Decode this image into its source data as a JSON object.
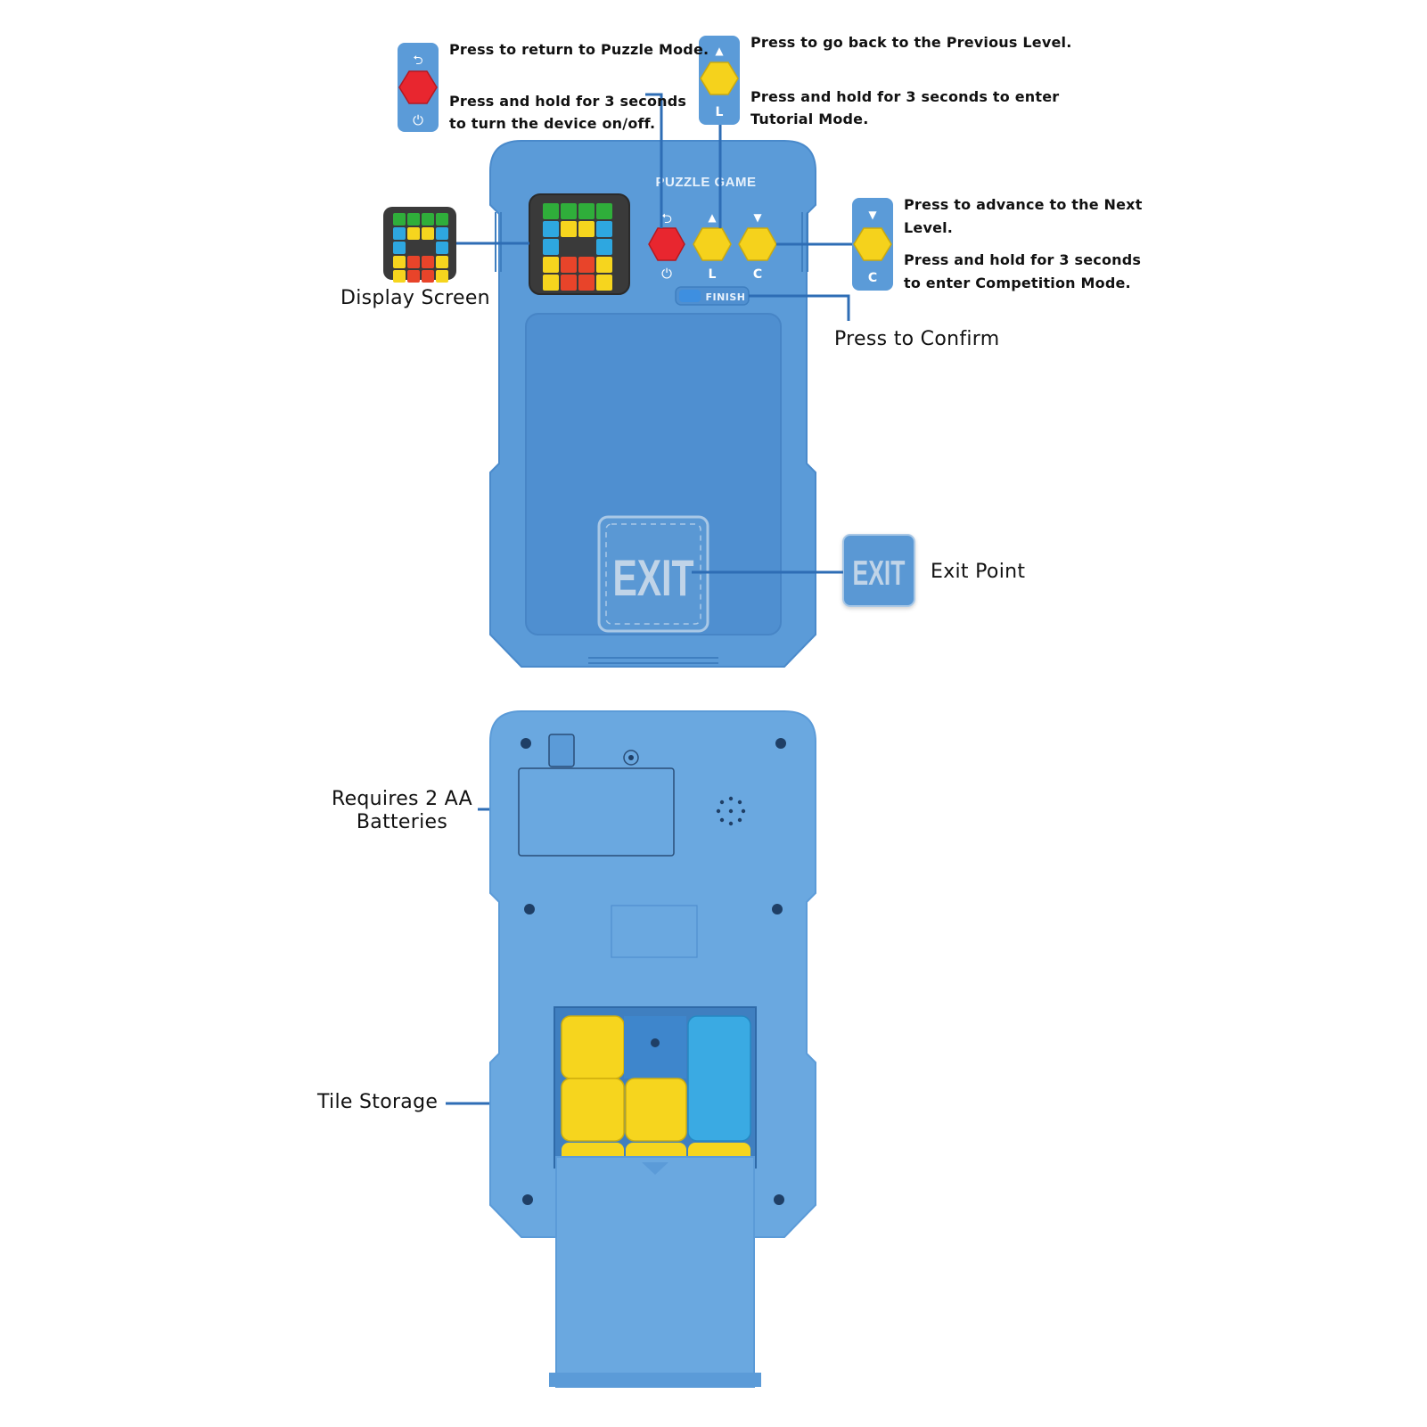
{
  "device": {
    "logo": "PUZZLE GAME",
    "finish_label": "FINISH",
    "exit_label": "EXIT",
    "back_glyph": "⮌",
    "power_glyph": "⏻",
    "up_glyph": "▲",
    "down_glyph": "▼",
    "level_key": "L",
    "competition_key": "C"
  },
  "callouts": {
    "red_button": {
      "line1": "Press to return to Puzzle Mode.",
      "line2": "Press and hold for 3 seconds",
      "line3": "to turn the device on/off."
    },
    "previous_button": {
      "line1": "Press to go back to the Previous Level.",
      "line2": "Press and hold for 3 seconds to enter",
      "line3": "Tutorial Mode."
    },
    "next_button": {
      "line1": "Press to advance to the Next",
      "line2": "Level.",
      "line3": "Press and hold for 3 seconds",
      "line4": "to enter Competition Mode."
    },
    "display_screen": "Display Screen",
    "confirm": "Press to Confirm",
    "exit_point": "Exit Point",
    "batteries_line1": "Requires 2 AA",
    "batteries_line2": "Batteries",
    "tile_storage": "Tile Storage"
  },
  "colors": {
    "body": "#5b9bd8",
    "body_light": "#6aa8e0",
    "body_dark": "#3f7fc0",
    "tray": "#4f8fd0",
    "leader": "#2e6db5",
    "red_button": "#e8262f",
    "yellow_button": "#f5d21c",
    "screen": "#3a3a3a",
    "green": "#2fae3a",
    "yellow": "#f6d51e",
    "blue": "#2ea7e0",
    "red": "#e8442a"
  },
  "screen_grid": [
    [
      "green",
      "green",
      "green",
      "green"
    ],
    [
      "blue",
      "yellow",
      "yellow",
      "blue"
    ],
    [
      "blue",
      "dark",
      "dark",
      "blue"
    ],
    [
      "yellow",
      "red",
      "red",
      "yellow"
    ],
    [
      "yellow",
      "red",
      "red",
      "yellow"
    ]
  ]
}
